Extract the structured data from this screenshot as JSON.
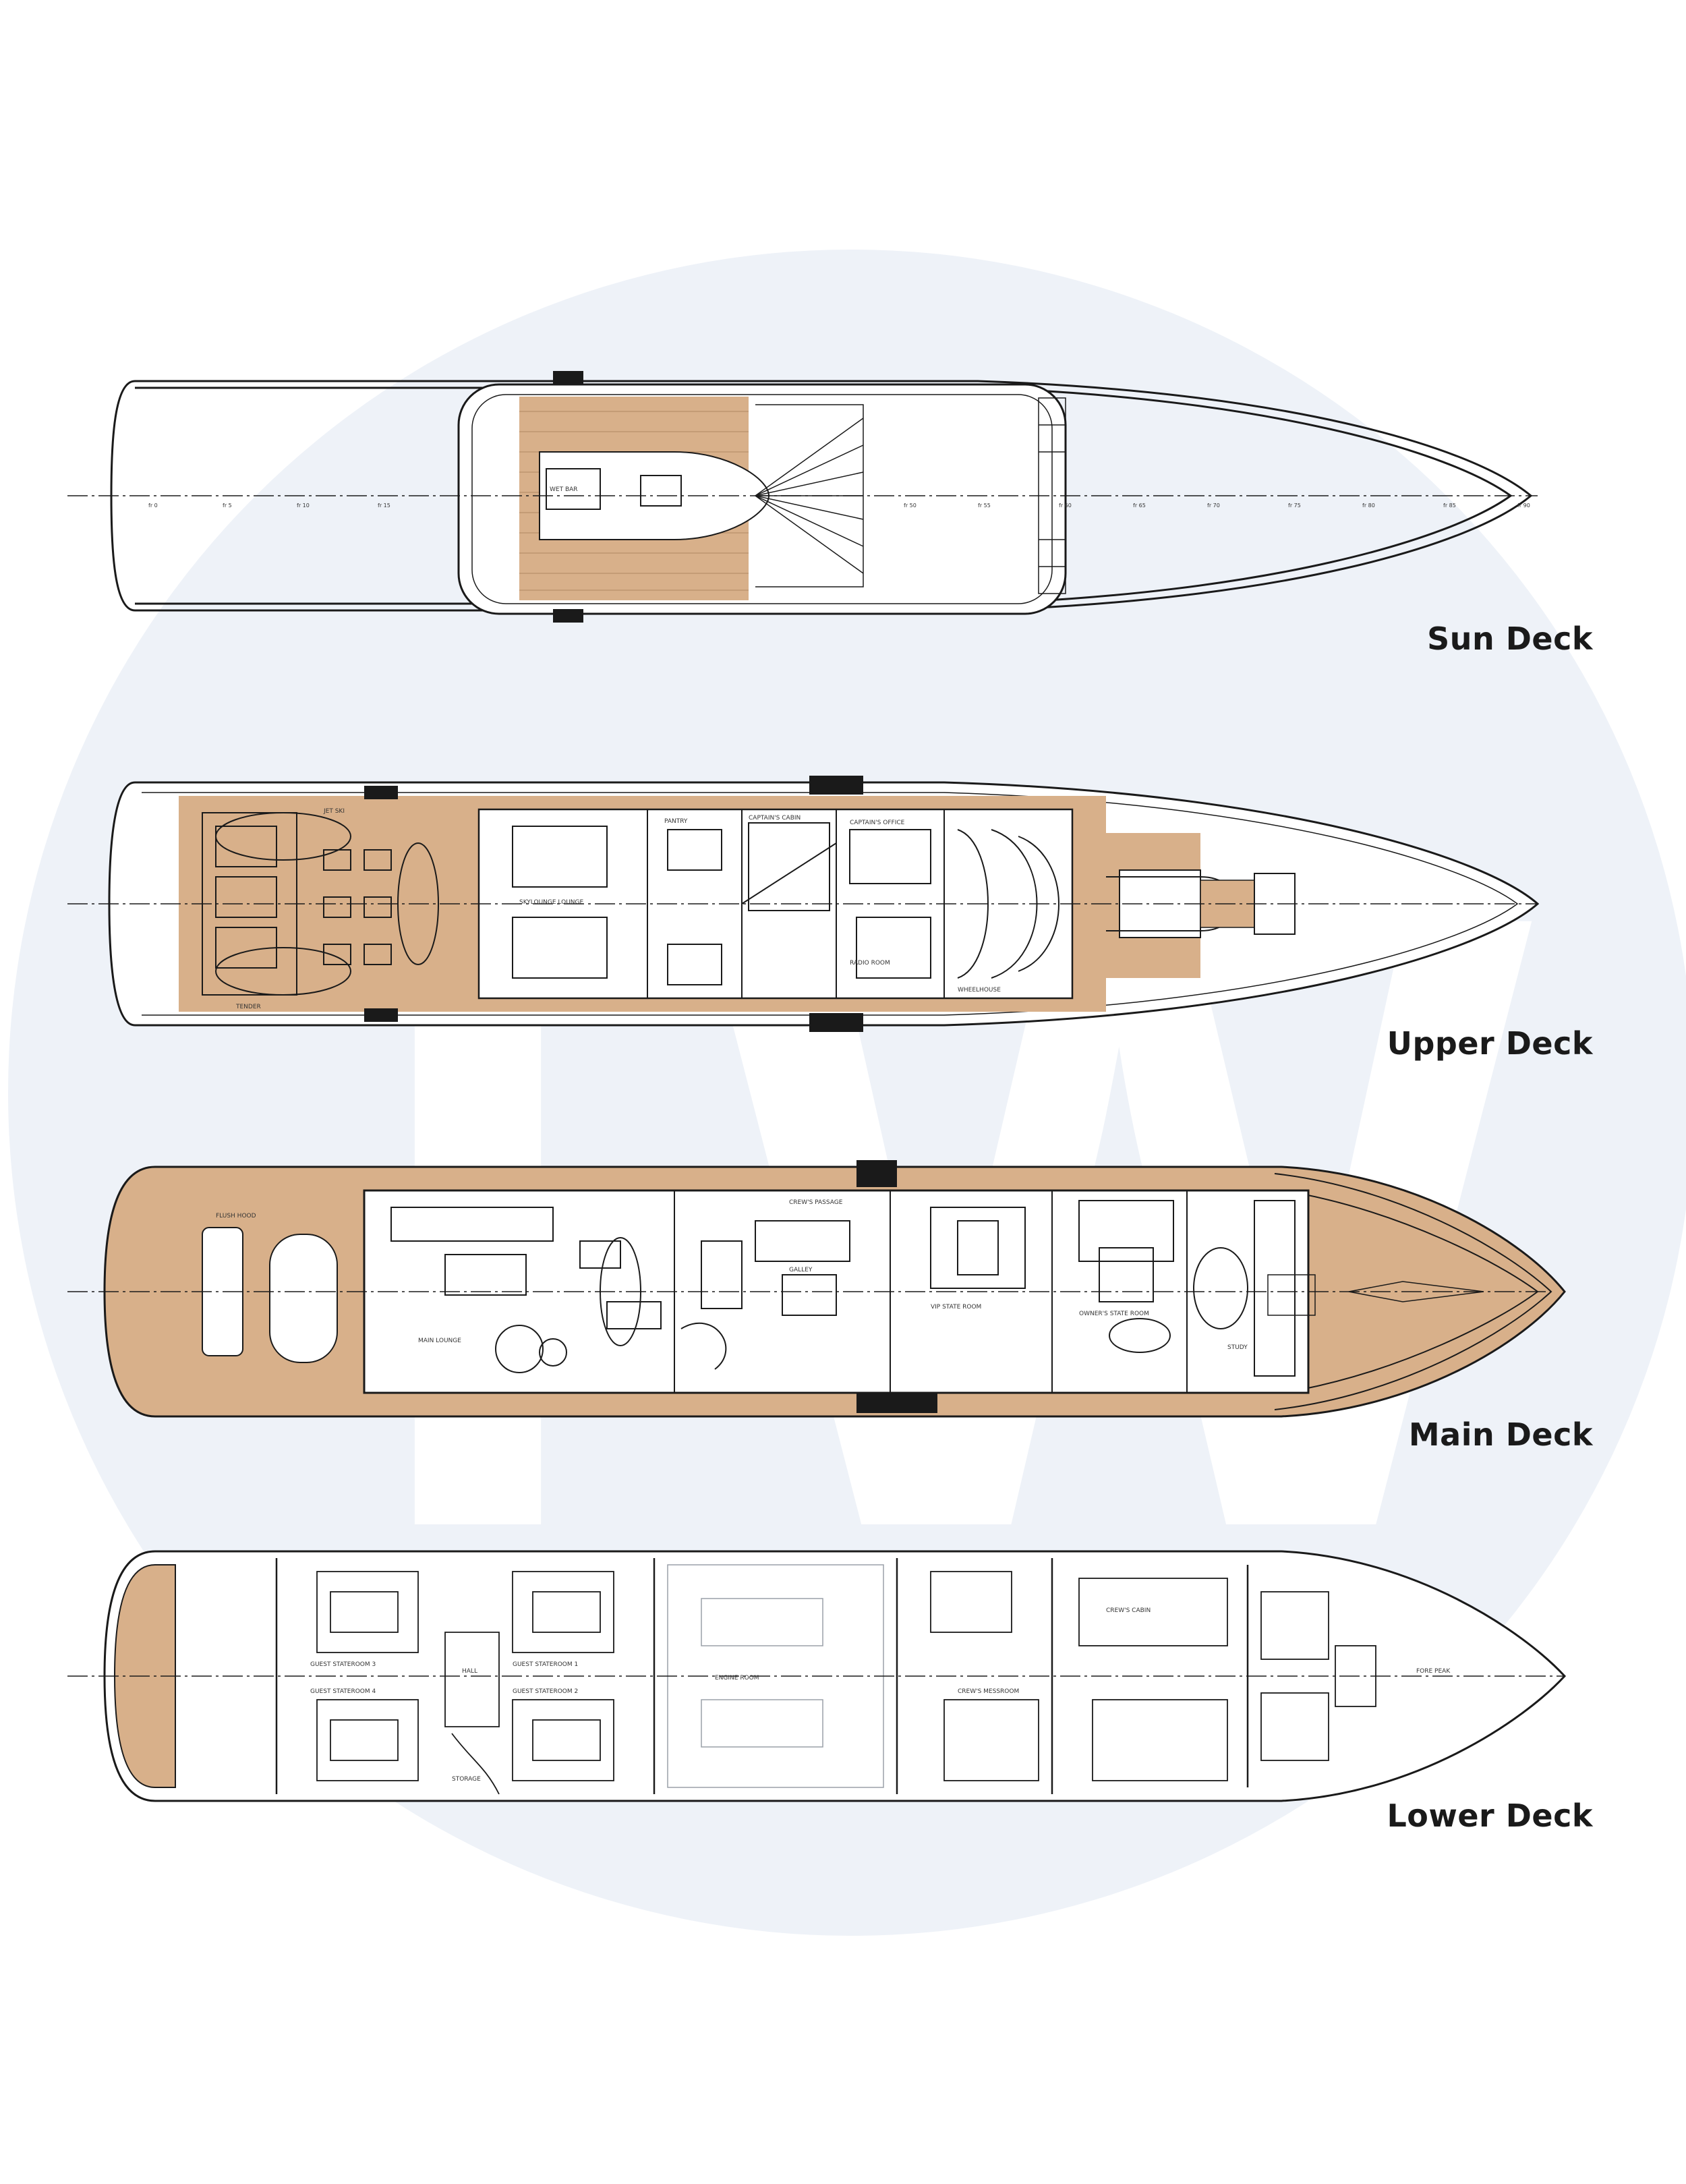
{
  "colors": {
    "background": "#ffffff",
    "watermark_circle": "#eef2f8",
    "watermark_letters": "#ffffff",
    "teak_deck": "#d8b08a",
    "outline": "#1a1a1a",
    "label_text": "#1a1a1a"
  },
  "watermark": {
    "letters": "TW"
  },
  "decks": [
    {
      "id": "sun",
      "label": "Sun Deck",
      "rooms": [
        "WET BAR"
      ]
    },
    {
      "id": "upper",
      "label": "Upper Deck",
      "rooms": [
        "SKYLOUNGE LOUNGE",
        "PANTRY",
        "CAPTAIN'S CABIN",
        "CAPTAIN'S OFFICE",
        "RADIO ROOM",
        "WHEELHOUSE",
        "JET SKI",
        "TENDER"
      ]
    },
    {
      "id": "main",
      "label": "Main Deck",
      "rooms": [
        "MAIN LOUNGE",
        "GALLEY",
        "CREW'S PASSAGE",
        "VIP STATE ROOM",
        "OWNER'S STATE ROOM",
        "FLUSH HOOD",
        "STUDY"
      ]
    },
    {
      "id": "lower",
      "label": "Lower Deck",
      "rooms": [
        "GUEST STATEROOM 1",
        "GUEST STATEROOM 2",
        "GUEST STATEROOM 3",
        "GUEST STATEROOM 4",
        "ENGINE ROOM",
        "CREW'S MESSROOM",
        "CREW'S CABIN",
        "FORE PEAK",
        "STORAGE",
        "HALL"
      ]
    }
  ]
}
